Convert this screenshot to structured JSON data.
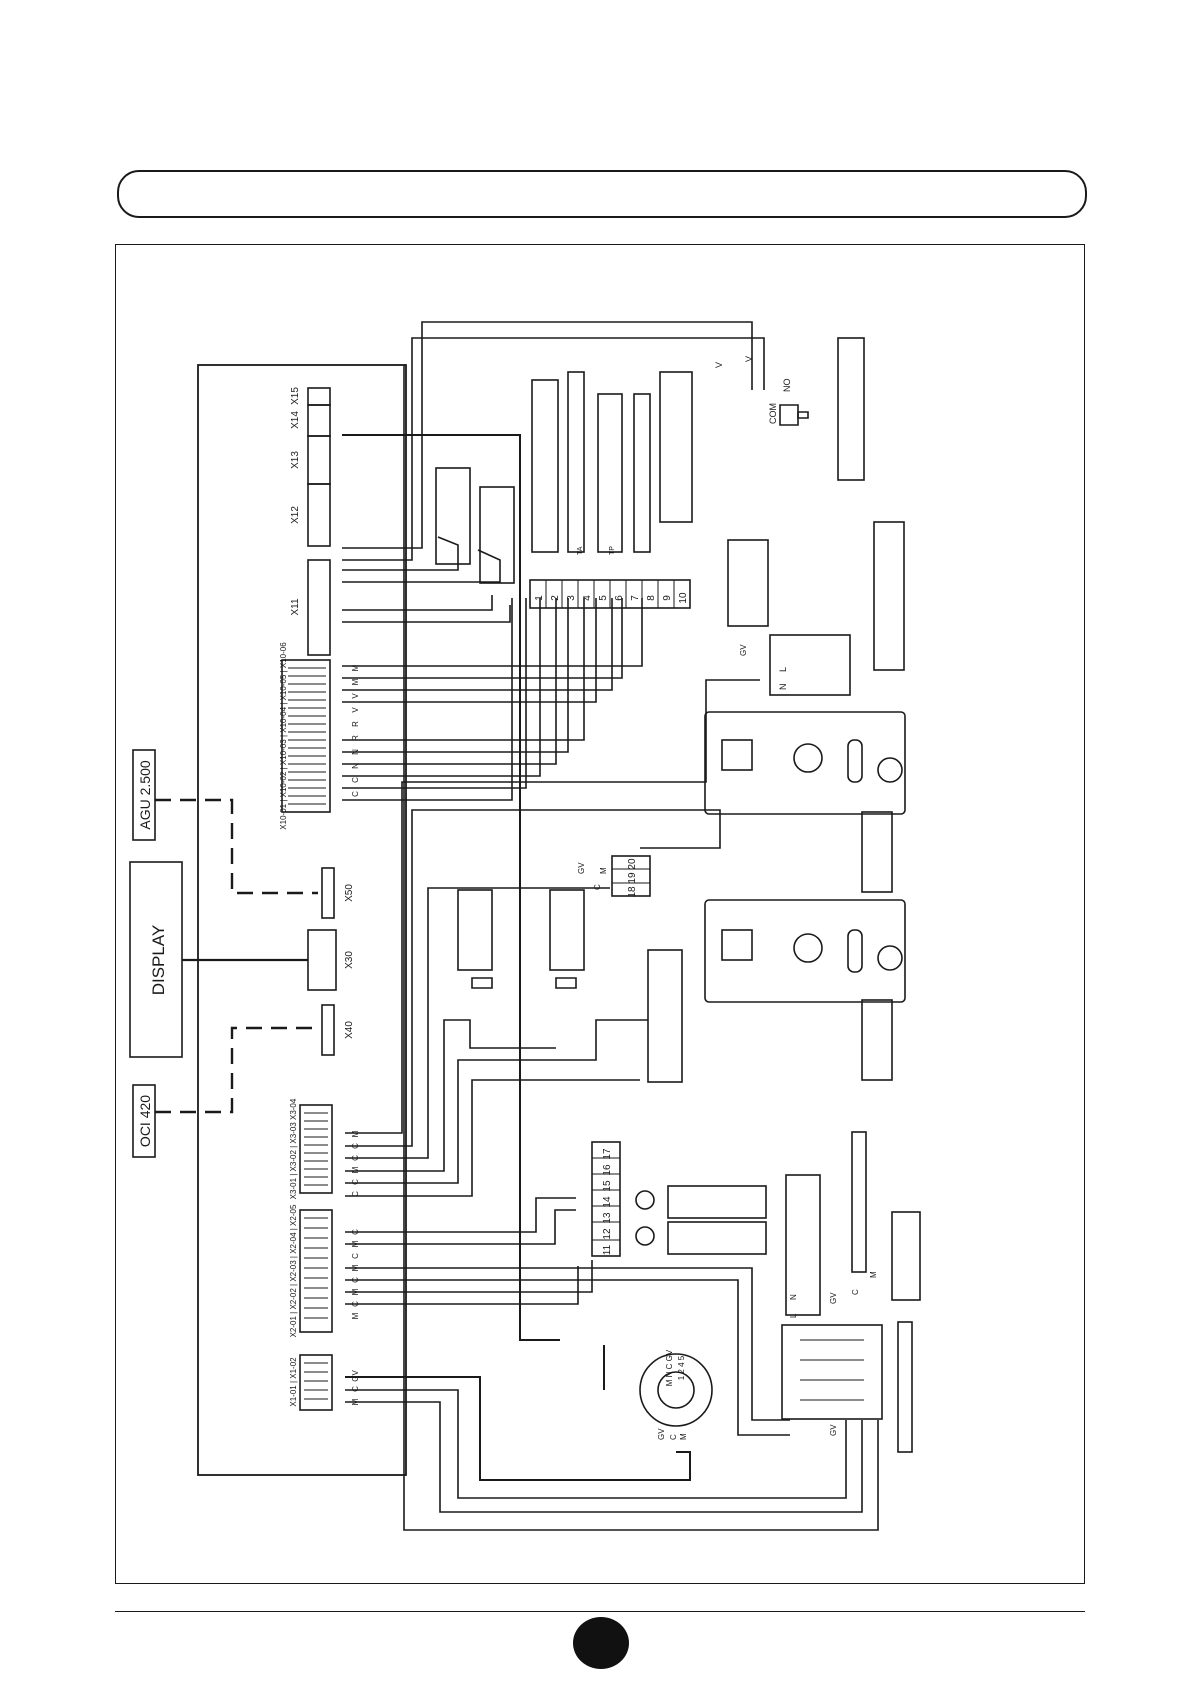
{
  "colors": {
    "ink": "#1a1a1a",
    "paper": "#ffffff"
  },
  "labels": {
    "display": "DISPLAY",
    "agu": "AGU 2.500",
    "oci": "OCI 420",
    "x50": "X50",
    "x30": "X30",
    "x40": "X40",
    "x11": "X11",
    "x12": "X12",
    "x13": "X13",
    "x14": "X14",
    "x15": "X15",
    "x10_header": "X10-01 | X10-02 | X10-03 | X10-04 | X10-05 | X10-06",
    "x3_header": "X3-01 | X3-02 | X3-03 X3-04",
    "x2_header": "X2-01 | X2-02 | X2-03 | X2-04 | X2-05",
    "x1_header": "X1-01 | X1-02",
    "ta": "TA",
    "tp": "TP",
    "no": "NO",
    "com": "COM",
    "gv": "GV",
    "c": "C",
    "m": "M",
    "l": "L",
    "n": "N",
    "v": "V",
    "r": "R"
  },
  "terminals_top": [
    "1",
    "2",
    "3",
    "4",
    "5",
    "6",
    "7",
    "8",
    "9",
    "10"
  ],
  "terminals_mid": [
    "18",
    "19",
    "20"
  ],
  "terminals_bottom": [
    "11",
    "12",
    "13",
    "14",
    "15",
    "16",
    "17"
  ],
  "fan_pins": "1 2 4 5",
  "fan_letters": "M N C GV",
  "x10_letters": [
    "M",
    "M",
    "V",
    "V",
    "R",
    "R",
    "N",
    "N",
    "C",
    "C"
  ],
  "x3_letters": [
    "M",
    "C",
    "C",
    "M",
    "C",
    "C"
  ],
  "x2_letters": [
    "C",
    "M",
    "C",
    "M",
    "C",
    "M",
    "C",
    "M"
  ],
  "x1_letters": [
    "GV",
    "C",
    "M"
  ]
}
